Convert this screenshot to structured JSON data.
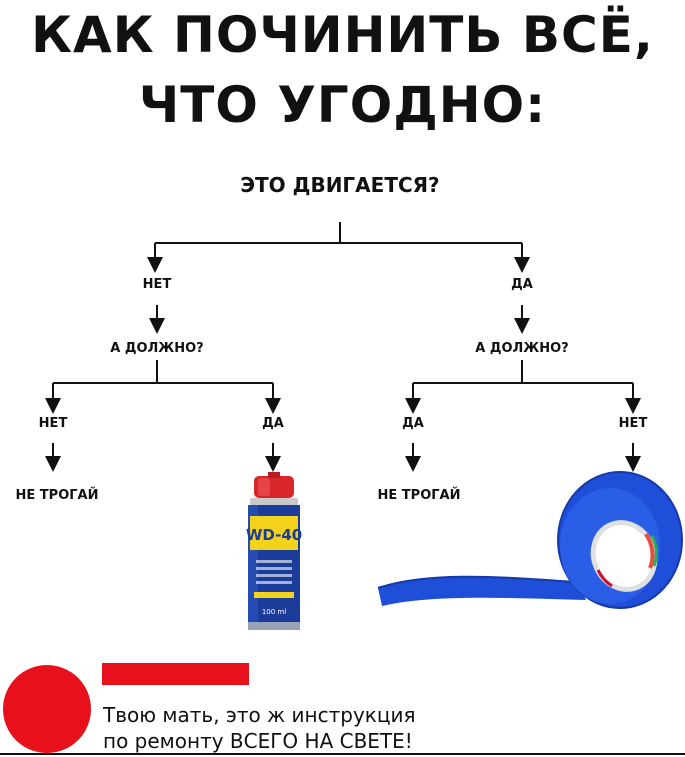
{
  "title": {
    "line1": "КАК ПОЧИНИТЬ ВСЁ,",
    "line2": "ЧТО УГОДНО:"
  },
  "flowchart": {
    "root_question": "ЭТО ДВИГАЕТСЯ?",
    "left_branch": {
      "answer": "НЕТ",
      "question": "А ДОЛЖНО?",
      "left": {
        "answer": "НЕТ",
        "result": "НЕ ТРОГАЙ"
      },
      "right": {
        "answer": "ДА",
        "result_image": "wd-40-spray-can"
      }
    },
    "right_branch": {
      "answer": "ДА",
      "question": "А ДОЛЖНО?",
      "left": {
        "answer": "ДА",
        "result": "НЕ ТРОГАЙ"
      },
      "right": {
        "answer": "НЕТ",
        "result_image": "blue-duct-tape-roll"
      }
    }
  },
  "can": {
    "brand": "WD-40",
    "volume": "100 ml"
  },
  "footer": {
    "line1": "Твою мать, это ж инструкция",
    "line2": "по ремонту ВСЕГО НА СВЕТЕ!"
  },
  "colors": {
    "tape_blue": "#1f4fd8",
    "can_blue": "#1b3c9a",
    "can_yellow": "#f2d21a",
    "can_red": "#d8262a",
    "dot_red": "#e8101a"
  }
}
